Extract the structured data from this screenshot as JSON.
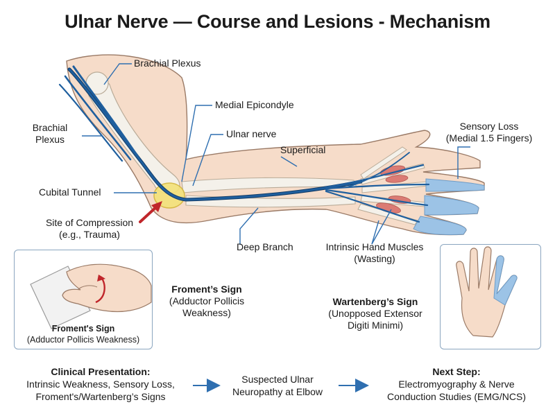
{
  "title": "Ulnar Nerve — Course and Lesions - Mechanism",
  "labels": {
    "brachial_plexus_top": "Brachial Plexus",
    "brachial_plexus_left_1": "Brachial",
    "brachial_plexus_left_2": "Plexus",
    "medial_epicondyle": "Medial Epicondyle",
    "ulnar_nerve": "Ulnar nerve",
    "superficial": "Superficial",
    "sensory_loss_1": "Sensory Loss",
    "sensory_loss_2": "(Medial 1.5 Fingers)",
    "cubital_tunnel": "Cubital Tunnel",
    "site_of_compression_1": "Site of Compression",
    "site_of_compression_2": "(e.g., Trauma)",
    "deep_branch": "Deep Branch",
    "intrinsic_muscles_1": "Intrinsic Hand Muscles",
    "intrinsic_muscles_2": "(Wasting)"
  },
  "froment_panel": {
    "caption_1": "Froment's Sign",
    "caption_2": "(Adductor Pollicis Weakness)"
  },
  "froment_side": {
    "line_1": "Froment’s Sign",
    "line_2": "(Adductor Pollicis",
    "line_3": "Weakness)"
  },
  "wartenberg": {
    "line_1": "Wartenberg’s Sign",
    "line_2": "(Unopposed Extensor",
    "line_3": "Digiti Minimi)"
  },
  "flow": {
    "step1_title": "Clinical Presentation:",
    "step1_line_1": "Intrinsic Weakness, Sensory Loss,",
    "step1_line_2": "Froment's/Wartenberg’s Signs",
    "step2_line_1": "Suspected Ulnar",
    "step2_line_2": "Neuropathy at Elbow",
    "step3_title": "Next Step:",
    "step3_line_1": "Electromyography & Nerve",
    "step3_line_2": "Conduction Studies (EMG/NCS)"
  },
  "colors": {
    "skin": "#f6dcc9",
    "skin_outline": "#9a7a66",
    "bone": "#f4f1ea",
    "nerve": "#1f5f9e",
    "nerve_dark": "#123b66",
    "sensory_area": "#9cc3e6",
    "compression": "#f3e27a",
    "muscle": "#d9716b",
    "arrow_red": "#c0262b",
    "flow_arrow": "#2f6fb0",
    "panel_border": "#8aa5bf"
  }
}
